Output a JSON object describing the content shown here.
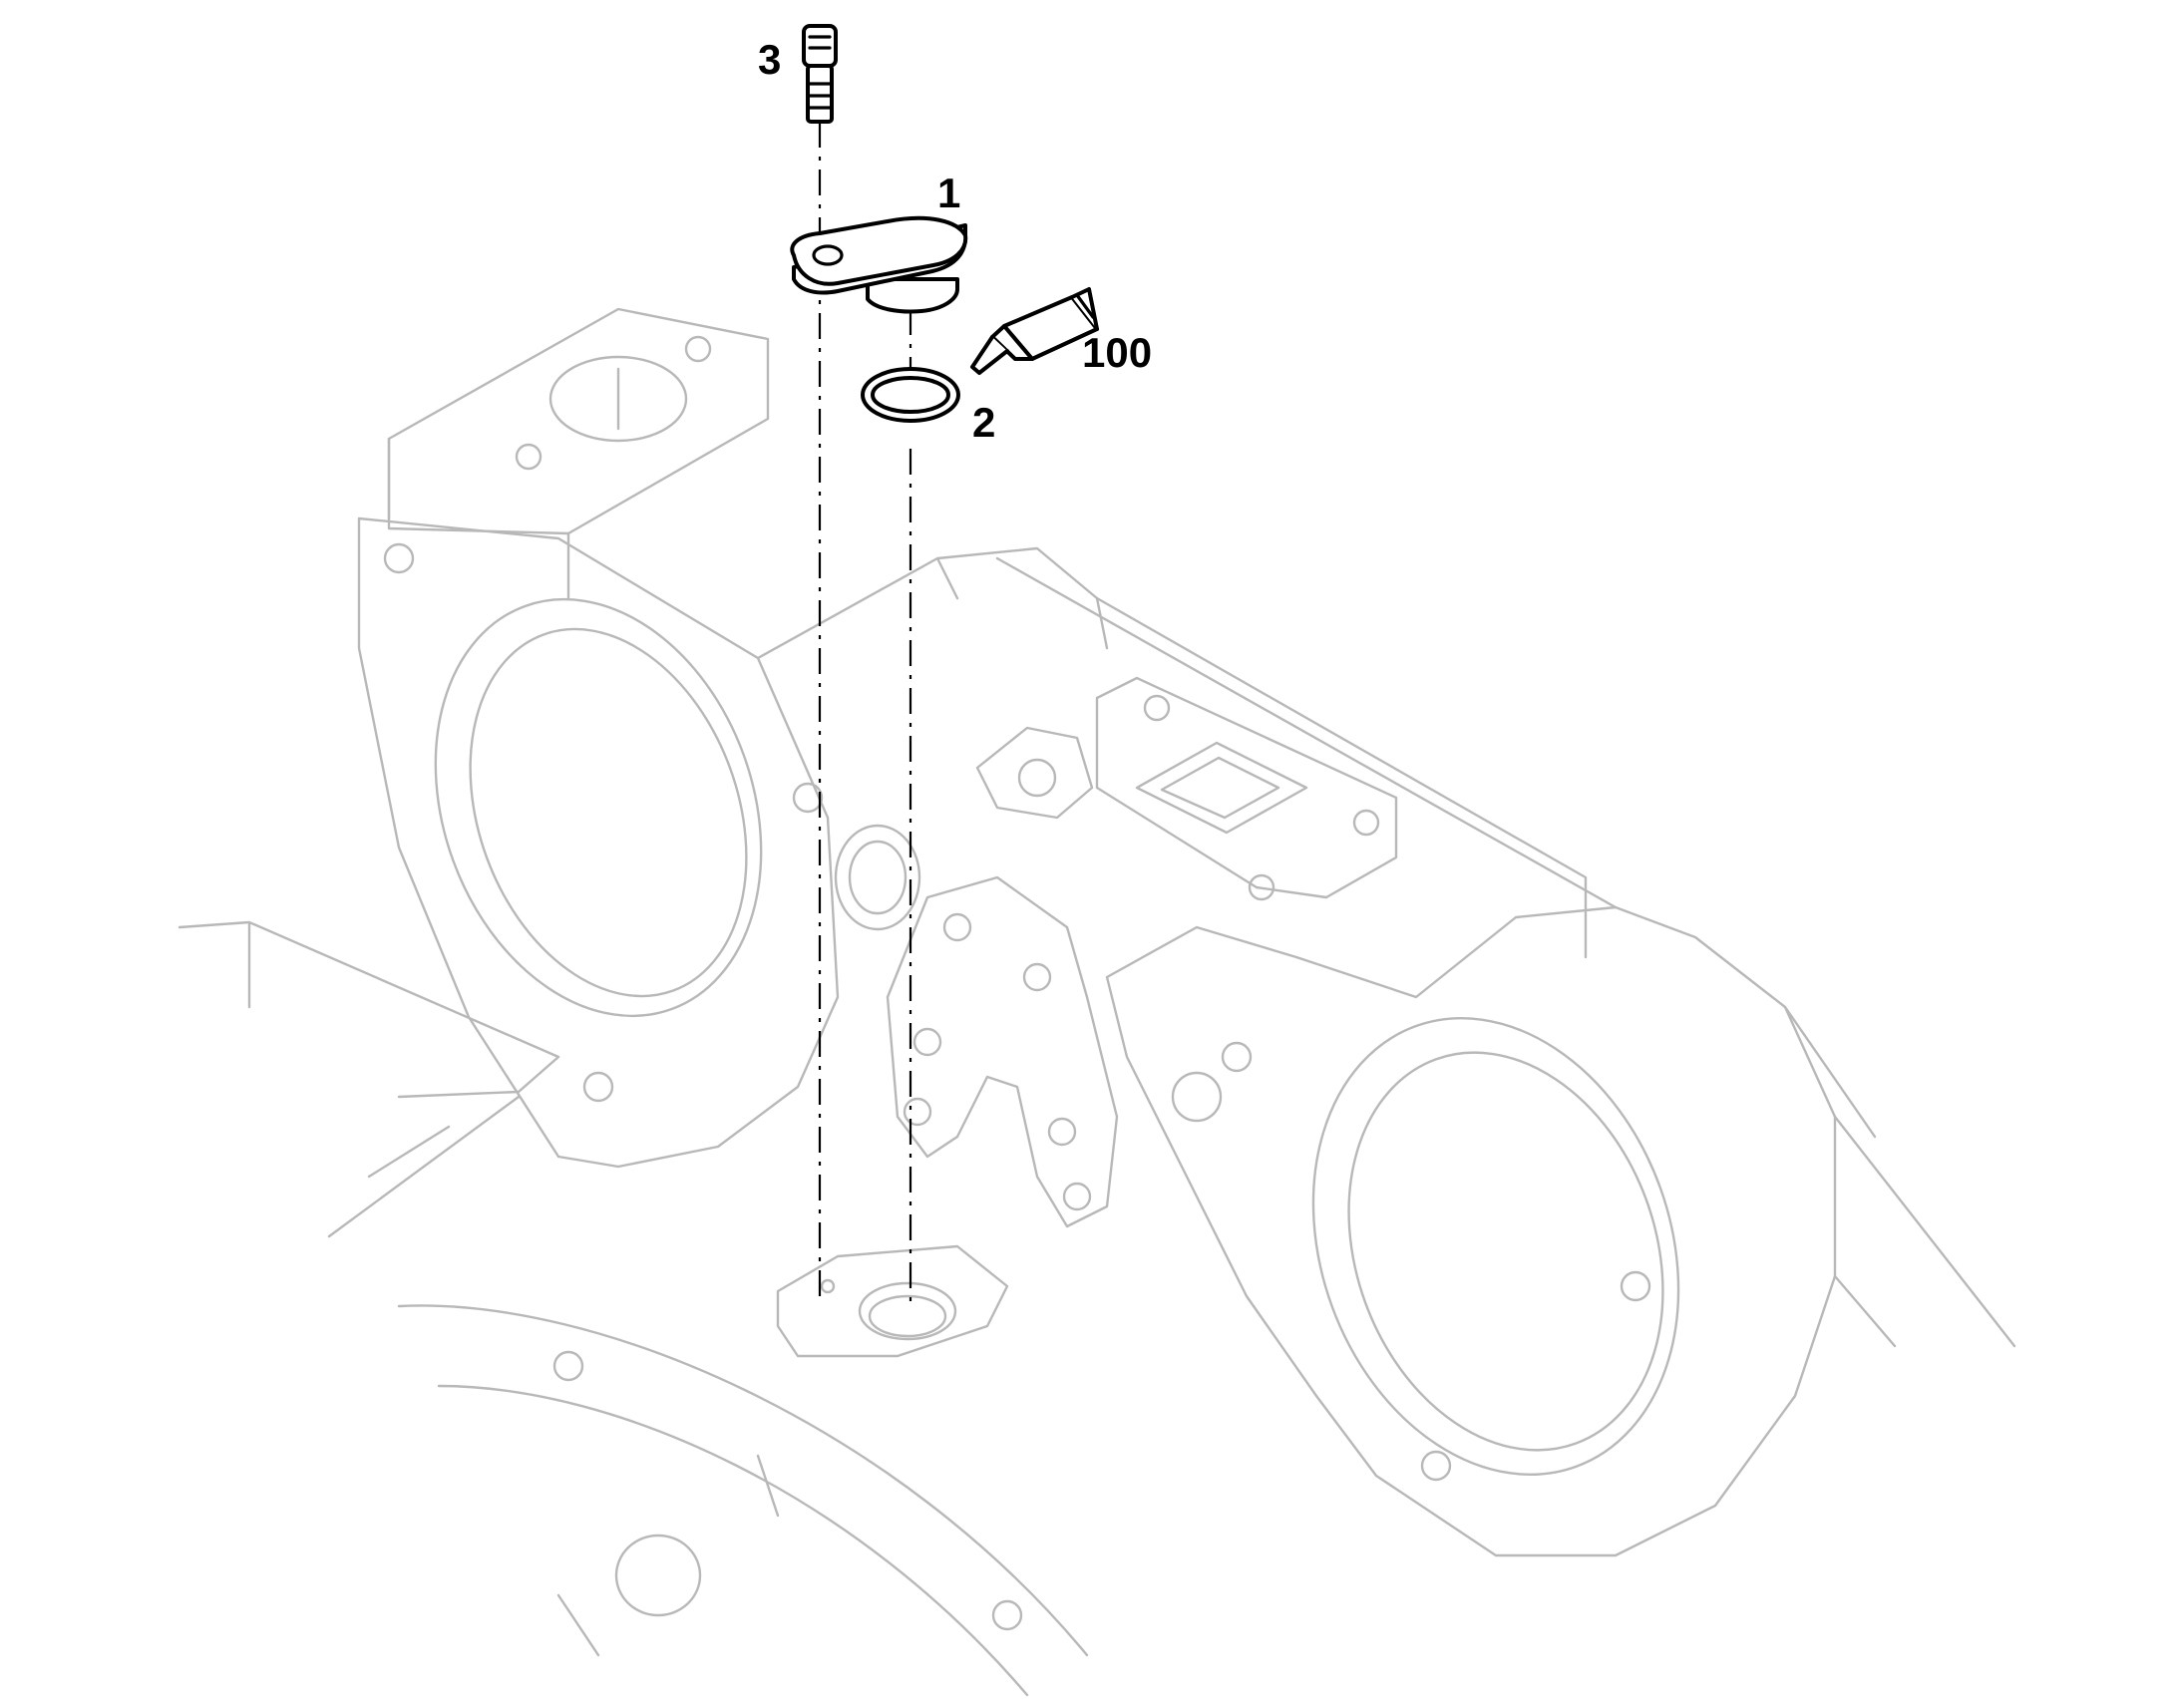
{
  "callouts": {
    "part_1": "1",
    "part_2": "2",
    "part_3": "3",
    "part_100": "100"
  }
}
